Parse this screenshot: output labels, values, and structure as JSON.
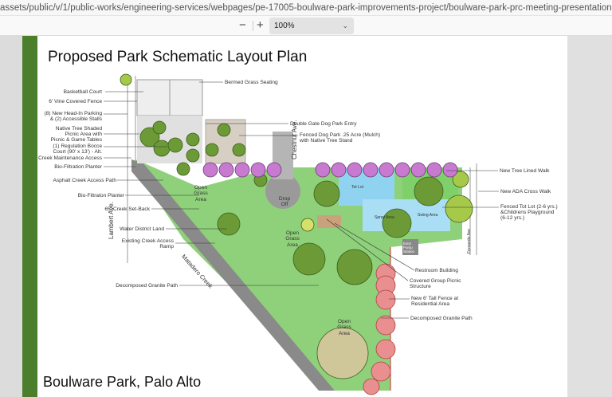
{
  "browser": {
    "url": "assets/public/v/1/public-works/engineering-services/webpages/pe-17005-boulware-park-improvements-project/boulware-park-prc-meeting-presentation-7-27-21.",
    "zoom_out": "−",
    "zoom_in": "+",
    "zoom_level": "100%"
  },
  "slide": {
    "title": "Proposed Park Schematic Layout Plan",
    "footer": "Boulware Park, Palo Alto",
    "colors": {
      "accent_bar": "#4c7f2c",
      "grass": "#8fd17a",
      "water": "#8fd3f0",
      "tree": "#6b9a36",
      "pink_tree": "#c77ad0",
      "red_tree": "#e88a8a"
    },
    "left_labels": [
      "Basketball Court",
      "6' Vine Covered Fence",
      "(8) New Head-In Parking",
      "& (2) Accessible Stalls",
      "Native Tree Shaded",
      "Picnic Area with",
      "Picnic & Game Tables",
      "(1) Regulation Bocce",
      "Court (90' x 13') - Alt.",
      "Creek Maintenance Access",
      "Bio-Filtration Planter",
      "Asphalt Creek Access Path",
      "Bio-Filtraton Planter",
      "65' Creek Set-Back",
      "Water District Land",
      "Existing Creek Access",
      "Ramp",
      "Decomposed Granite Path"
    ],
    "top_labels": [
      "Bermed Grass Seating",
      "Double Gate Dog Park Entry",
      "Fenced Dog Park .25 Acre (Mulch)",
      "with Native Tree Stand"
    ],
    "right_labels": [
      "New Tree Lined Walk",
      "New ADA Cross Walk",
      "Fenced Tot Lot (2-6 yrs.)",
      "&Childrens Playground",
      "(6-12 yrs.)",
      "Restroom Building",
      "Covered Group Picnic",
      "Structure",
      "New 6' Tall Fence at",
      "Residential Area",
      "Decomposed Granite Path"
    ],
    "streets": {
      "chestnut": "Chestnut Ave.",
      "lambert": "Lambert Ave.",
      "fernando": "Fernando Ave",
      "creek": "Matadero Creek"
    },
    "map_labels": {
      "open_grass": "Open Grass Area",
      "drop_off": "Drop Off",
      "tot_lot": "Tot Lot",
      "swing": "Swing Area",
      "spray": "Spray Area",
      "pump": "Exist Pump Station"
    }
  }
}
